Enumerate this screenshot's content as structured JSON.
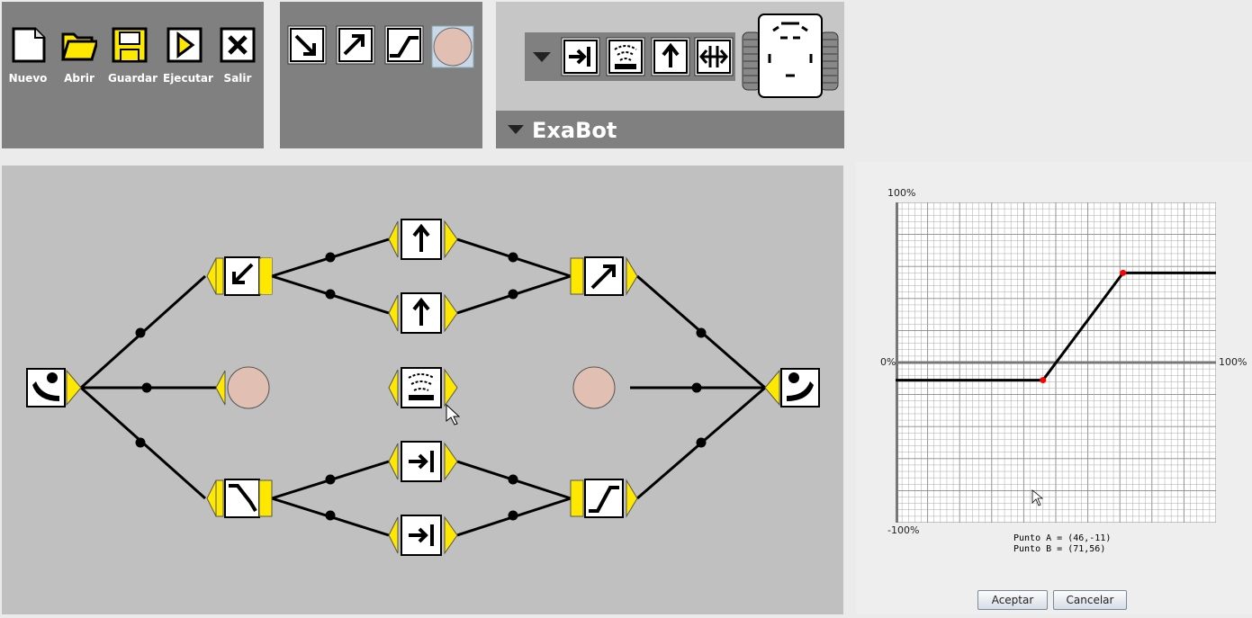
{
  "toolbar": {
    "buttons": [
      {
        "id": "new",
        "label": "Nuevo",
        "icon": "new-file-icon"
      },
      {
        "id": "open",
        "label": "Abrir",
        "icon": "folder-icon"
      },
      {
        "id": "save",
        "label": "Guardar",
        "icon": "floppy-disk-icon"
      },
      {
        "id": "run",
        "label": "Ejecutar",
        "icon": "play-icon"
      },
      {
        "id": "exit",
        "label": "Salir",
        "icon": "close-icon"
      }
    ]
  },
  "block_palette": {
    "items": [
      "ramp-down-icon",
      "ramp-up-icon",
      "step-curve-icon",
      "circle-block-icon"
    ]
  },
  "robot": {
    "name": "ExaBot",
    "sensors": [
      "arrow-to-line-icon",
      "sonar-icon",
      "arrow-up-icon",
      "double-arrow-icon"
    ],
    "image": "robot-topview-icon"
  },
  "dialog": {
    "y_max_label": "100%",
    "y_zero_label": "0%",
    "y_min_label": "-100%",
    "x_max_label": "100%",
    "point_a": "Punto A = (46,-11)",
    "point_b": "Punto B = (71,56)",
    "accept_label": "Aceptar",
    "cancel_label": "Cancelar"
  },
  "chart_data": {
    "type": "line",
    "x": [
      0,
      46,
      71,
      100
    ],
    "y": [
      -11,
      -11,
      56,
      56
    ],
    "xlim": [
      0,
      100
    ],
    "ylim": [
      -100,
      100
    ],
    "control_points": [
      {
        "x": 46,
        "y": -11
      },
      {
        "x": 71,
        "y": 56
      }
    ],
    "grid": true,
    "colors": {
      "line": "#000000",
      "point": "#ff0000",
      "grid": "#9a9a9a"
    }
  }
}
